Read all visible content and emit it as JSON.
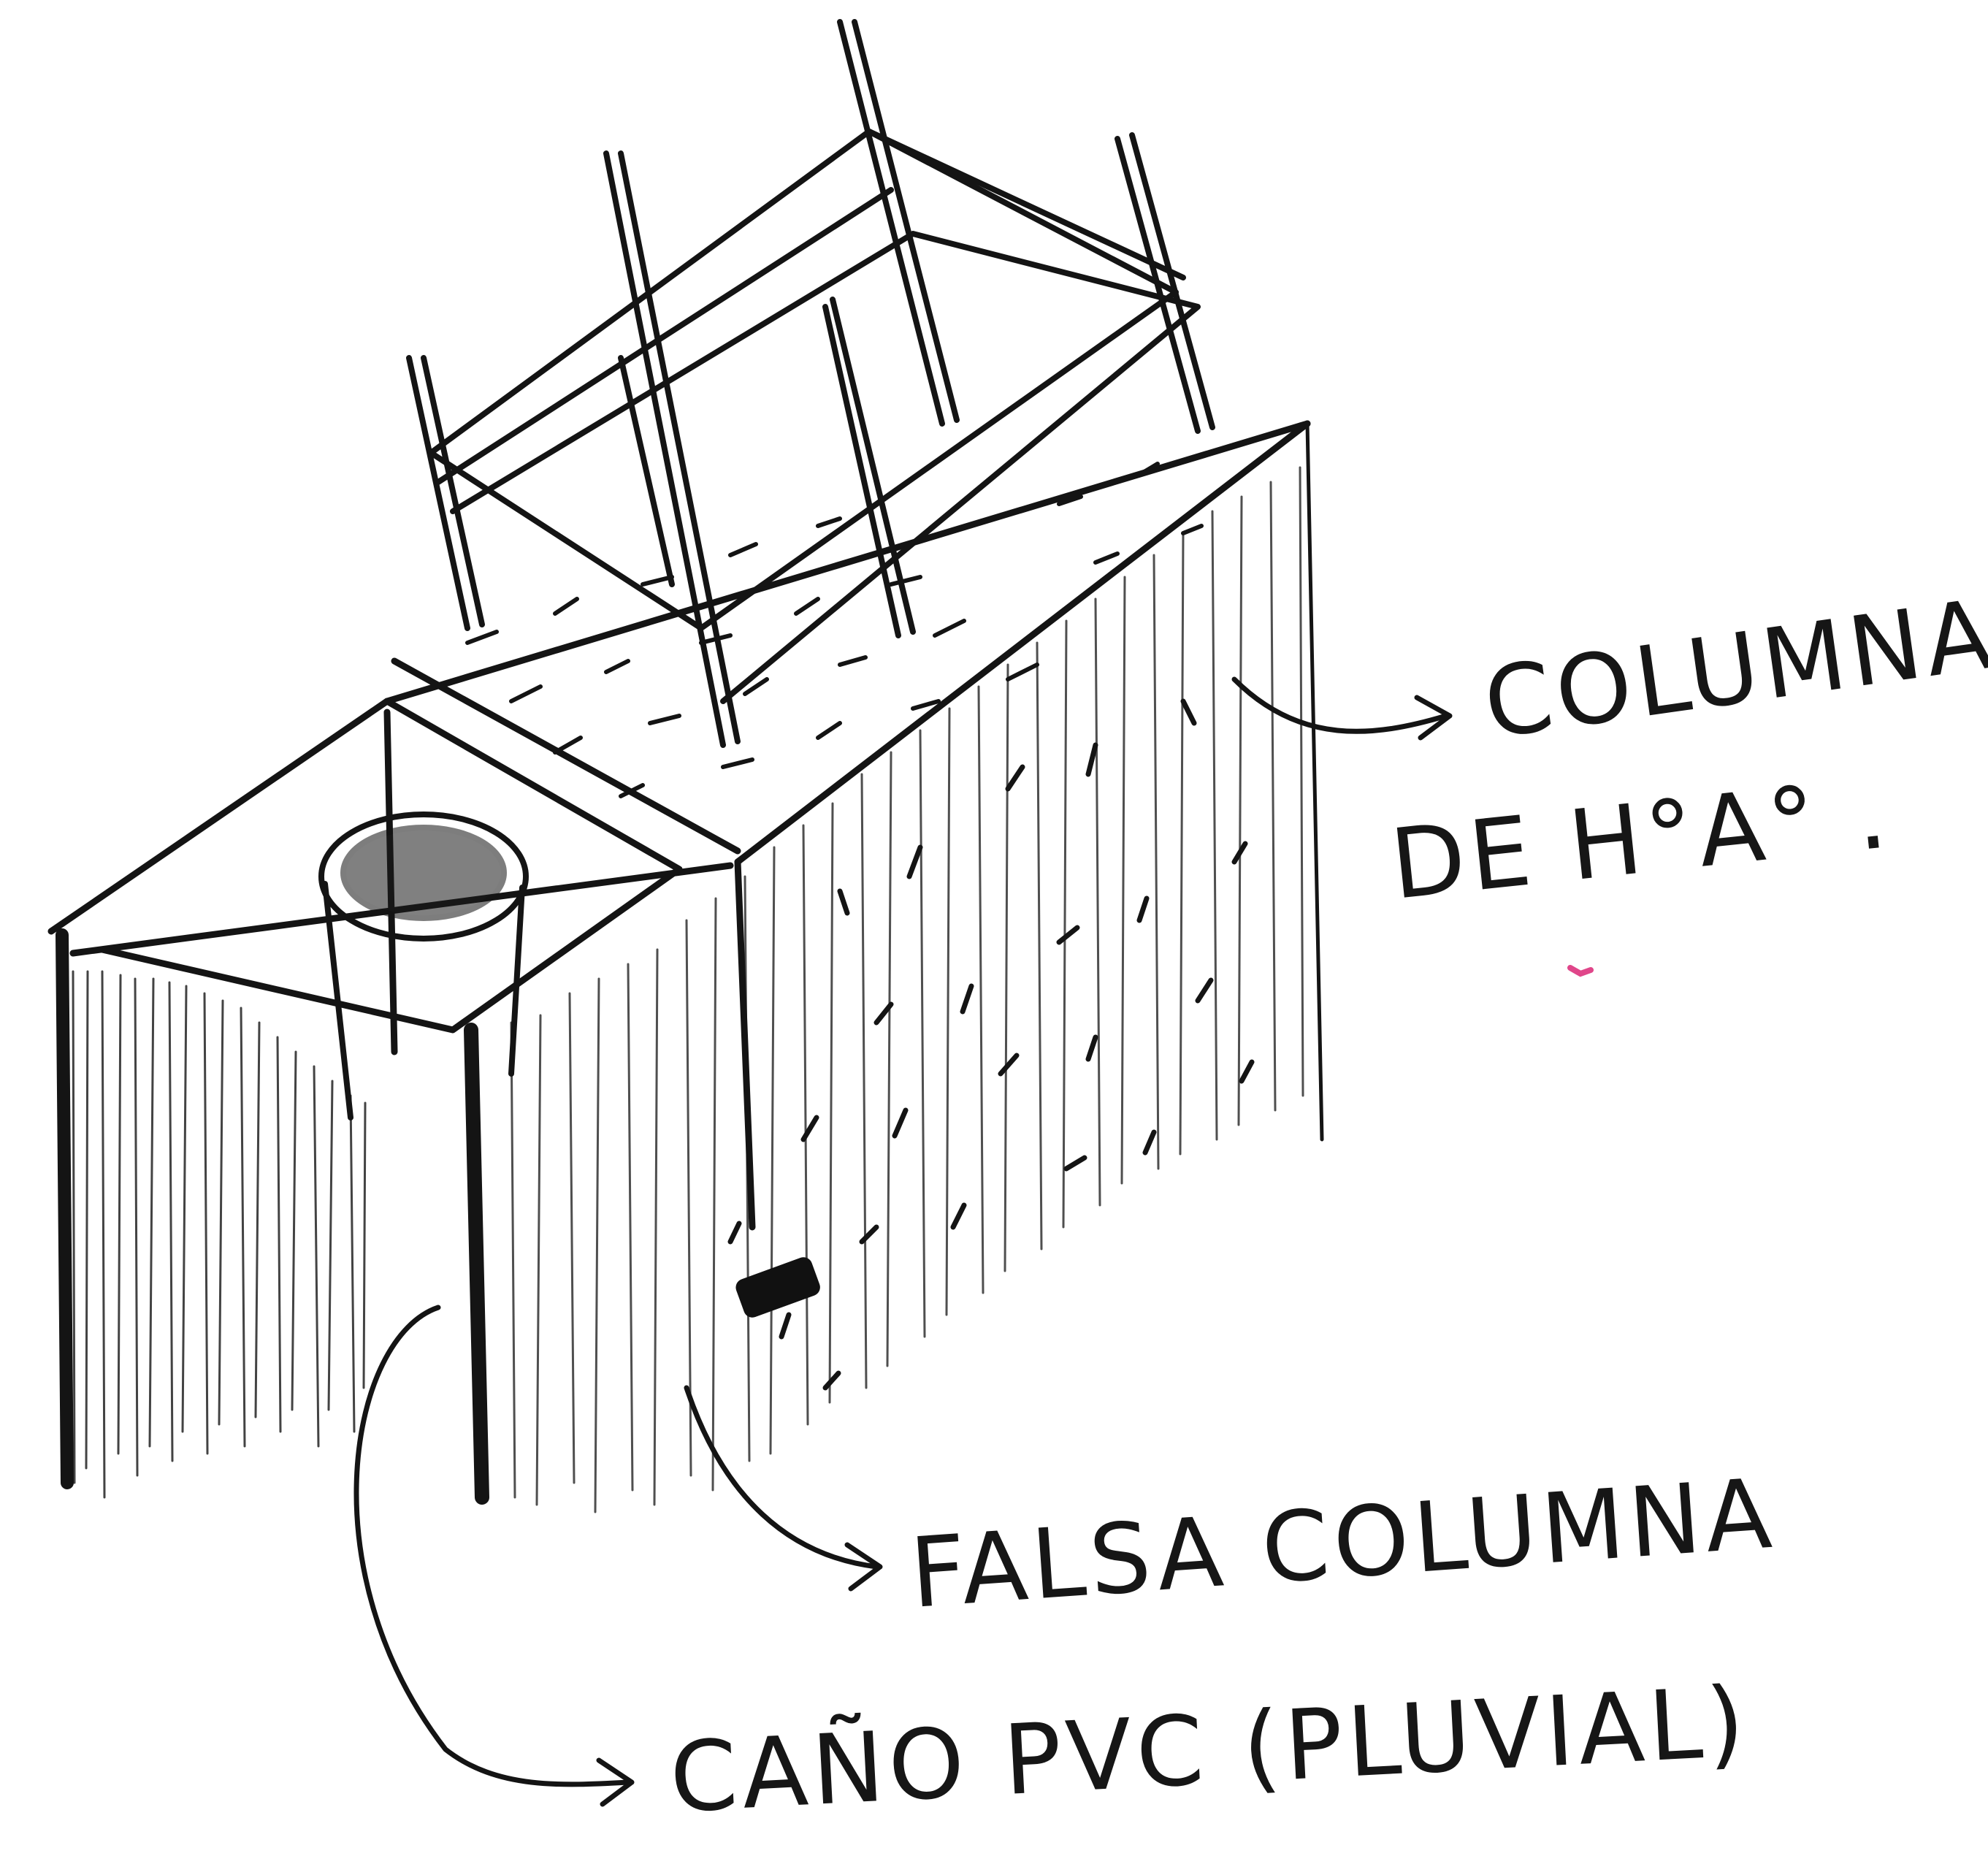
{
  "labels": {
    "column_line1": "COLUMNA",
    "column_line2": "DE H°A° .",
    "false_column": "FALSA COLUMNA",
    "pipe_label": "CAÑO PVC (PLUVIAL)"
  },
  "colors": {
    "ink": "#141414",
    "paper": "#ffffff",
    "pink_mark": "#e0468a"
  }
}
